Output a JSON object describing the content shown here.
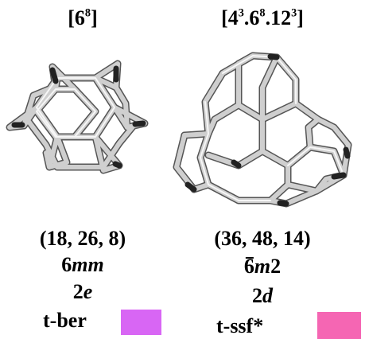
{
  "left": {
    "symbol": {
      "base": "[6",
      "exp": "8",
      "close": "]"
    },
    "counts": "(18, 26, 8)",
    "symmetry": {
      "digit": "6",
      "letters": "mm"
    },
    "wyckoff": {
      "digit": "2",
      "letter": "e"
    },
    "tile_name": "t-ber",
    "swatch_color": "#d866f4"
  },
  "right": {
    "symbol": {
      "p1": "[4",
      "e1": "3",
      "p2": ".6",
      "e2": "8",
      "p3": ".12",
      "e3": "3",
      "close": "]"
    },
    "counts": "(36, 48, 14)",
    "symmetry": {
      "digit": "6",
      "letter": "m",
      "tail": "2"
    },
    "wyckoff": {
      "digit": "2",
      "letter": "d"
    },
    "tile_name": "t-ssf*",
    "swatch_color": "#f566b3"
  }
}
